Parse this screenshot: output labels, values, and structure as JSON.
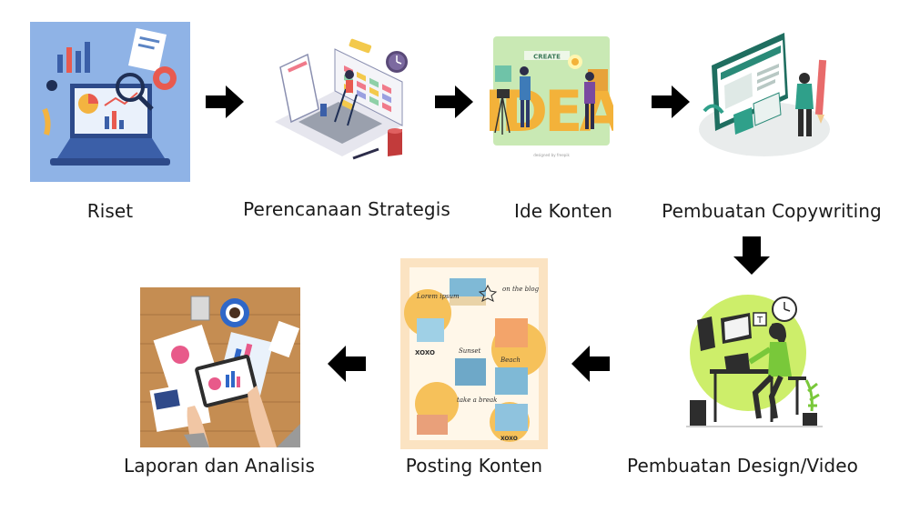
{
  "steps": [
    {
      "label": "Riset",
      "icon": "laptop-research-icon"
    },
    {
      "label": "Perencanaan Strategis",
      "icon": "calendar-planning-icon"
    },
    {
      "label": "Ide Konten",
      "icon": "idea-content-icon"
    },
    {
      "label": "Pembuatan Copywriting",
      "icon": "webpage-copywriting-icon"
    },
    {
      "label": "Pembuatan Design/Video",
      "icon": "designer-desk-icon"
    },
    {
      "label": "Posting Konten",
      "icon": "social-posts-collage-icon"
    },
    {
      "label": "Laporan dan Analisis",
      "icon": "report-analysis-desk-icon"
    }
  ],
  "ideas_poster": {
    "top_text": "CREATE",
    "big_letters": "IDEA",
    "footer": "designed by freepik"
  },
  "posts_collage": {
    "texts": [
      "on the blog",
      "Lorem ipsum",
      "XOXO",
      "Sunset",
      "Beach",
      "take a break",
      "XOXO"
    ]
  },
  "colors": {
    "arrow": "#000000",
    "label_text": "#1a1a1a"
  }
}
